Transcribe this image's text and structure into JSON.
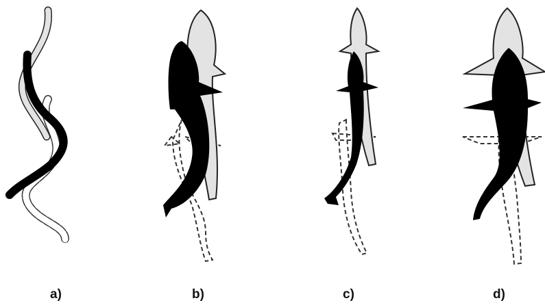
{
  "panels": [
    {
      "id": "a",
      "label": "a)"
    },
    {
      "id": "b",
      "label": "b)"
    },
    {
      "id": "c",
      "label": "c)"
    },
    {
      "id": "d",
      "label": "d)"
    }
  ],
  "colors": {
    "background": "#ffffff",
    "current_position_fill": "#000000",
    "previous_position_fill": "#e3e3e3",
    "outline": "#222222",
    "earlier_position_dash": "#333333"
  }
}
